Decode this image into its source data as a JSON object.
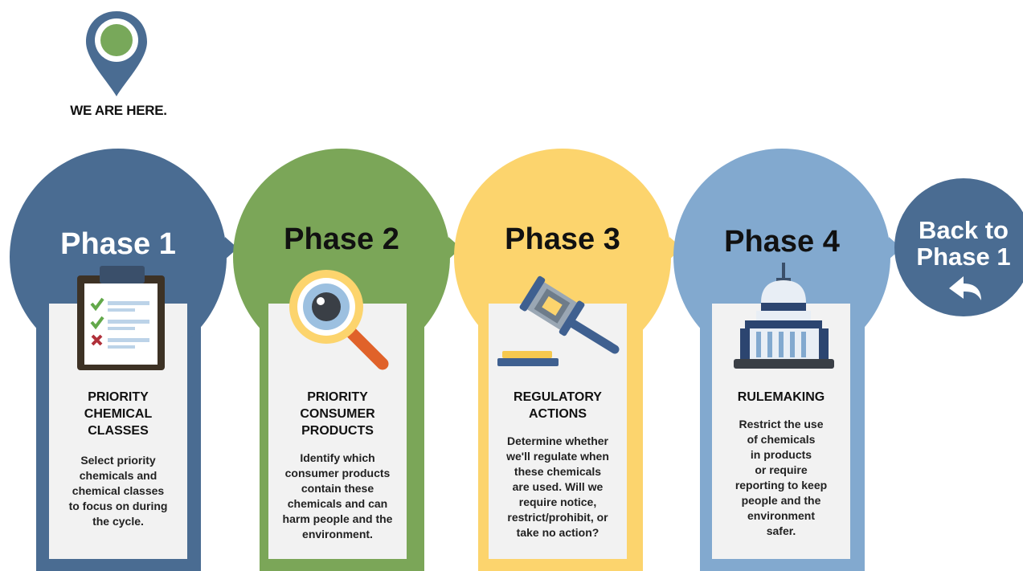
{
  "marker": {
    "label": "WE ARE HERE.",
    "icon": "location-pin-icon",
    "pin_color": "#4a6c92",
    "dot_color": "#78a85a"
  },
  "phases": [
    {
      "title": "Phase 1",
      "heading": "PRIORITY\nCHEMICAL\nCLASSES",
      "body": "Select priority\nchemicals and\nchemical classes\nto focus on during\nthe cycle.",
      "color": "#4a6c92",
      "title_color": "#ffffff",
      "icon": "clipboard-checklist-icon"
    },
    {
      "title": "Phase 2",
      "heading": "PRIORITY\nCONSUMER\nPRODUCTS",
      "body": "Identify which\nconsumer products\ncontain these\nchemicals and can\nharm people and the\nenvironment.",
      "color": "#7ba658",
      "title_color": "#111111",
      "icon": "magnifying-glass-icon"
    },
    {
      "title": "Phase 3",
      "heading": "REGULATORY\nACTIONS",
      "body": "Determine whether\nwe'll regulate when\nthese chemicals\nare used. Will we\nrequire notice,\nrestrict/prohibit, or\ntake no action?",
      "color": "#fcd46d",
      "title_color": "#111111",
      "icon": "gavel-icon"
    },
    {
      "title": "Phase 4",
      "heading": "RULEMAKING",
      "body": "Restrict the use\nof chemicals\nin products\nor require\nreporting to keep\npeople and the\nenvironment\nsafer.",
      "color": "#82a9cf",
      "title_color": "#111111",
      "icon": "capitol-building-icon"
    }
  ],
  "back": {
    "label": "Back to\nPhase 1",
    "icon": "return-arrow-icon",
    "color": "#4a6c92"
  }
}
